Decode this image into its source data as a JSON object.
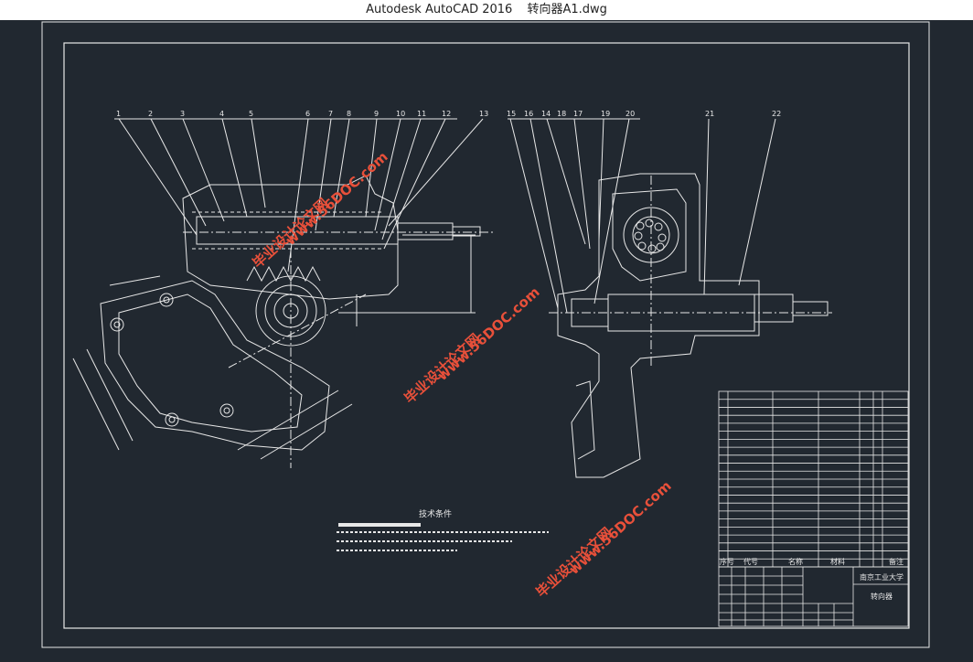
{
  "window": {
    "app_name": "Autodesk AutoCAD 2016",
    "file_name": "转向器A1.dwg"
  },
  "drawing": {
    "balloons_left": [
      "1",
      "2",
      "3",
      "4",
      "5",
      "6",
      "7",
      "8",
      "9",
      "10",
      "11",
      "12",
      "13"
    ],
    "balloons_right": [
      "15",
      "16",
      "14",
      "18",
      "17",
      "19",
      "20",
      "21",
      "22"
    ],
    "tech_notes_title": "技术条件",
    "bom_header": {
      "col_seq": "序号",
      "col_code": "代号",
      "col_name": "名称",
      "col_material": "材料",
      "col_remark": "备注"
    },
    "school": "南京工业大学",
    "part_title": "转向器",
    "watermarks": [
      "毕业设计论文网",
      "www.56DOC.com"
    ],
    "colors": {
      "background": "#212830",
      "lines": "#e8e8e8",
      "watermark": "#e8503a"
    }
  }
}
